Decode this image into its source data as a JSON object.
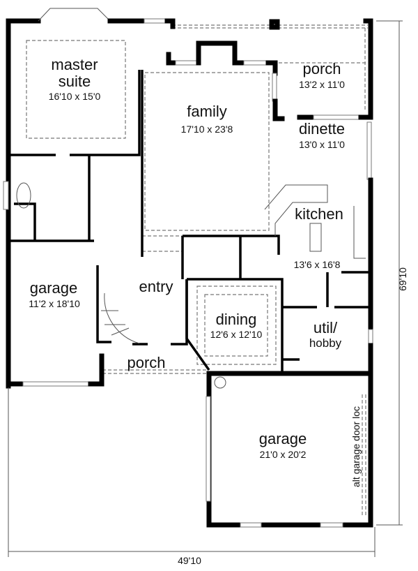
{
  "plan": {
    "rooms": [
      {
        "name": "master",
        "name2": "suite",
        "size": "16'10 x 15'0"
      },
      {
        "name": "family",
        "size": "17'10 x 23'8"
      },
      {
        "name": "porch",
        "size": "13'2 x 11'0"
      },
      {
        "name": "dinette",
        "size": "13'0 x 11'0"
      },
      {
        "name": "kitchen",
        "size": "13'6 x 16'8"
      },
      {
        "name": "garage",
        "size": "11'2 x 18'10"
      },
      {
        "name": "entry"
      },
      {
        "name": "dining",
        "size": "12'6 x 12'10"
      },
      {
        "name": "util/",
        "name2": "hobby"
      },
      {
        "name": "porch"
      },
      {
        "name": "garage",
        "size": "21'0 x 20'2"
      }
    ],
    "note_alt_garage": "alt garage door loc",
    "dimension_depth": "69'10",
    "dimension_width": "49'10"
  }
}
